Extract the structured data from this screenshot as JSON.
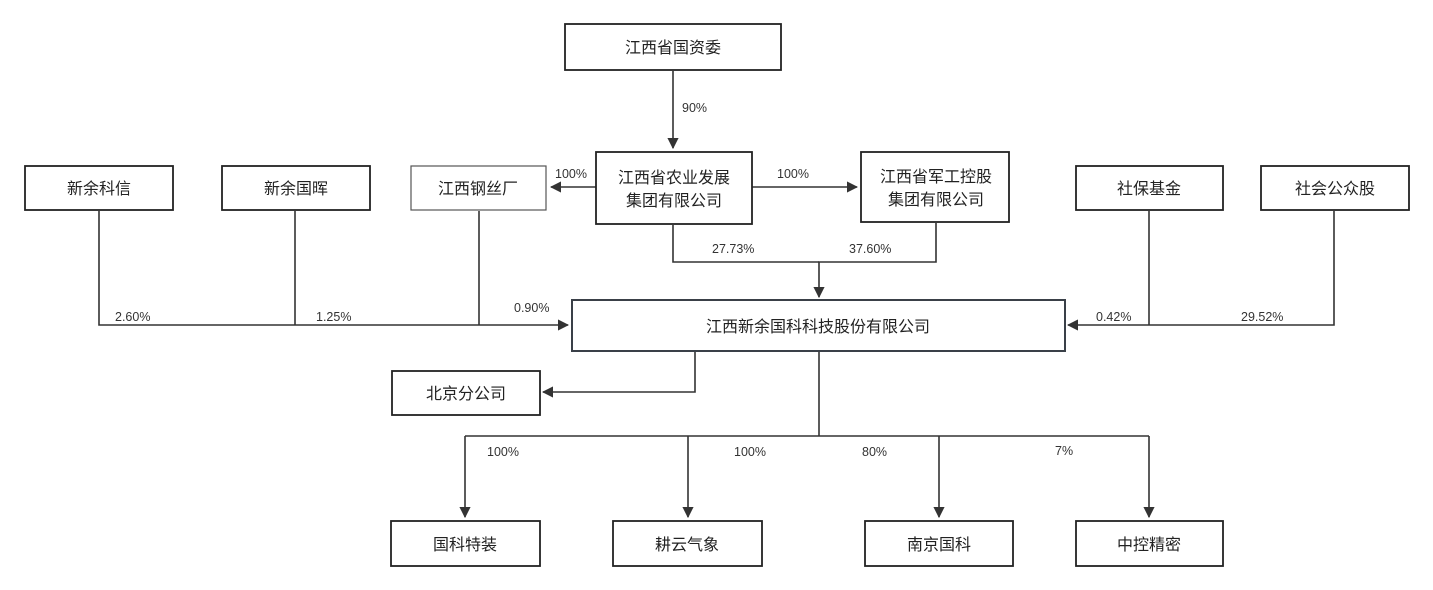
{
  "nodes": {
    "jiangxi_sasac": "江西省国资委",
    "jiangxi_agri": [
      "江西省农业发展",
      "集团有限公司"
    ],
    "jiangxi_military": [
      "江西省军工控股",
      "集团有限公司"
    ],
    "xinyu_kexin": "新余科信",
    "xinyu_guohui": "新余国晖",
    "jiangxi_steel_wire": "江西钢丝厂",
    "social_security": "社保基金",
    "public_shares": "社会公众股",
    "main_company": "江西新余国科科技股份有限公司",
    "beijing_branch": "北京分公司",
    "guoke_tezhuang": "国科特装",
    "gengyun_qixiang": "耕云气象",
    "nanjing_guoke": "南京国科",
    "zhongkong_jingmi": "中控精密"
  },
  "edges": {
    "sasac_to_agri": "90%",
    "agri_to_steel": "100%",
    "agri_to_military": "100%",
    "agri_to_main": "27.73%",
    "military_to_main": "37.60%",
    "kexin_to_main": "2.60%",
    "guohui_to_main": "1.25%",
    "steel_to_main": "0.90%",
    "social_to_main": "0.42%",
    "public_to_main": "29.52%",
    "main_to_tezhuang": "100%",
    "main_to_gengyun": "100%",
    "main_to_nanjing": "80%",
    "main_to_zhongkong": "7%"
  }
}
